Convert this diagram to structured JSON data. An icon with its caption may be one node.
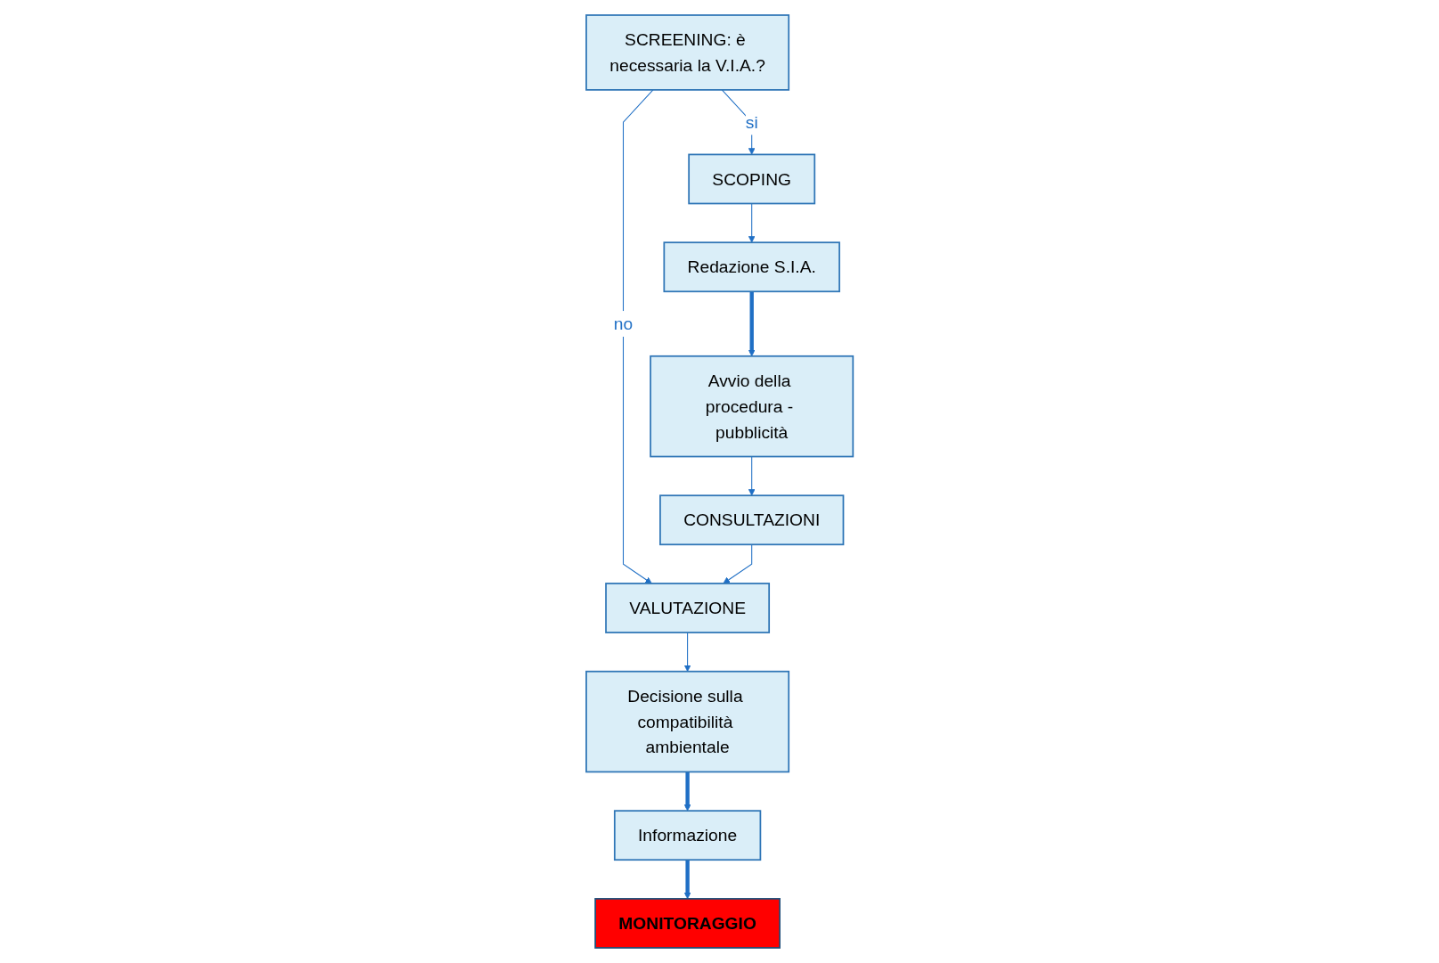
{
  "diagram": {
    "nodes": [
      {
        "text": [
          "SCREENING: è necessaria la V.I.A.?"
        ]
      },
      {
        "text": [
          "SCOPING"
        ]
      },
      {
        "text": [
          "Redazione S.I.A."
        ]
      },
      {
        "text": [
          "Avvio della procedura - pubblicità"
        ]
      },
      {
        "text": [
          "CONSULTAZIONI"
        ]
      },
      {
        "text": [
          "VALUTAZIONE"
        ]
      },
      {
        "text": [
          "Decisione sulla compatibilità ambientale"
        ]
      },
      {
        "text": [
          "Informazione"
        ]
      },
      {
        "text": [
          "MONITORAGGIO"
        ]
      }
    ],
    "edges": [
      {
        "from": 0,
        "to": 1,
        "arrow": "to",
        "label": "si"
      },
      {
        "from": 0,
        "to": 5,
        "arrow": "to",
        "label": "no"
      },
      {
        "from": 1,
        "to": 2,
        "arrow": "to"
      },
      {
        "from": 2,
        "to": 3,
        "arrow": "to",
        "style": "thick"
      },
      {
        "from": 3,
        "to": 4,
        "arrow": "to"
      },
      {
        "from": 4,
        "to": 5,
        "arrow": "to"
      },
      {
        "from": 5,
        "to": 6,
        "arrow": "to"
      },
      {
        "from": 6,
        "to": 7,
        "arrow": "to",
        "style": "thick"
      },
      {
        "from": 7,
        "to": 8,
        "arrow": "to",
        "style": "thick"
      }
    ]
  }
}
